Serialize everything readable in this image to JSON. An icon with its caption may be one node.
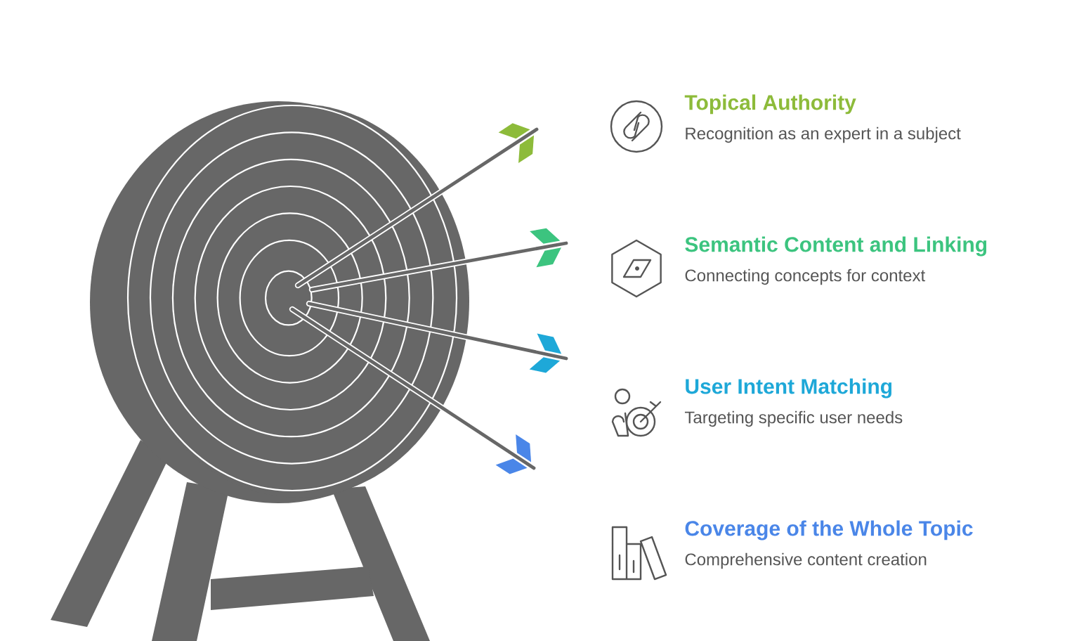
{
  "diagram": {
    "nodes": [
      {
        "text": [
          "Topical Authority",
          "Recognition as an expert in a subject"
        ]
      },
      {
        "text": [
          "Semantic Content and Linking",
          "Connecting concepts for context"
        ]
      },
      {
        "text": [
          "User Intent Matching",
          "Targeting specific user needs"
        ]
      },
      {
        "text": [
          "Coverage of the Whole Topic",
          "Comprehensive content creation"
        ]
      }
    ]
  }
}
